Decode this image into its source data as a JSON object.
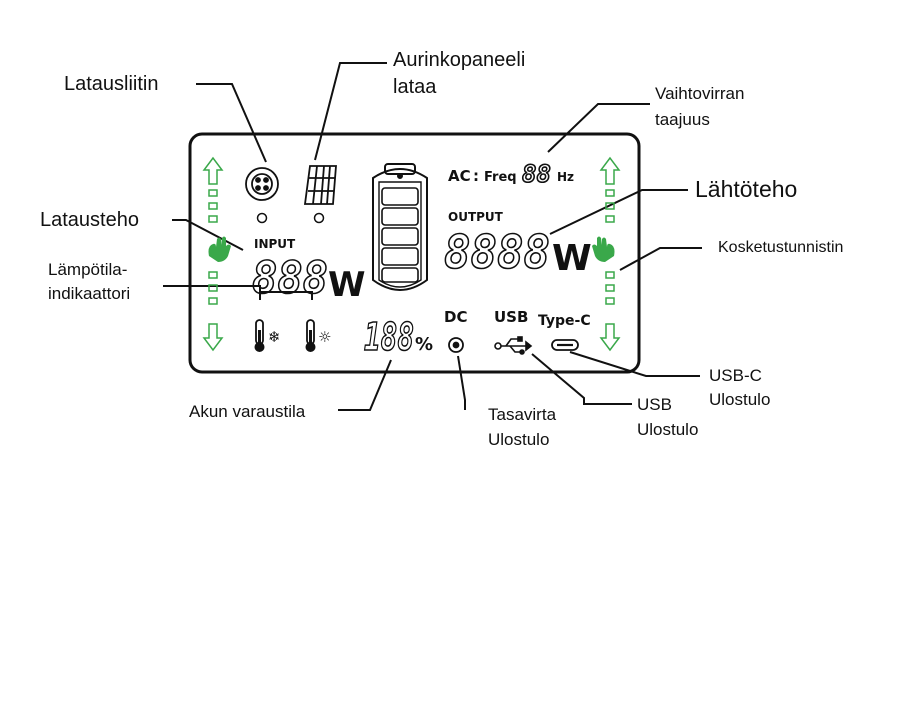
{
  "labels": {
    "charging_port": "Latausliitin",
    "solar_charging_line1": "Aurinkopaneeli",
    "solar_charging_line2": "lataa",
    "ac_frequency_line1": "Vaihtovirran",
    "ac_frequency_line2": "taajuus",
    "output_power": "Lähtöteho",
    "input_power": "Latausteho",
    "touch_sensor": "Kosketustunnistin",
    "temp_indicator_line1": "Lämpötila-",
    "temp_indicator_line2": "indikaattori",
    "battery_level": "Akun varaustila",
    "dc_output_line1": "Tasavirta",
    "dc_output_line2": "Ulostulo",
    "usb_output_line1": "USB",
    "usb_output_line2": "Ulostulo",
    "usbc_output_line1": "USB-C",
    "usbc_output_line2": "Ulostulo"
  },
  "display": {
    "ac_label": "AC",
    "freq_label": "Freq",
    "freq_digits": "88",
    "hz_unit": "Hz",
    "output_label": "OUTPUT",
    "output_digits": "8888",
    "output_unit": "W",
    "input_label": "INPUT",
    "input_digits": "888",
    "input_unit": "W",
    "percent_digits": "188",
    "percent_unit": "%",
    "dc_label": "DC",
    "usb_label": "USB",
    "typec_label": "Type-C"
  },
  "colors": {
    "accent_green": "#3aa84a",
    "ink": "#111111"
  }
}
